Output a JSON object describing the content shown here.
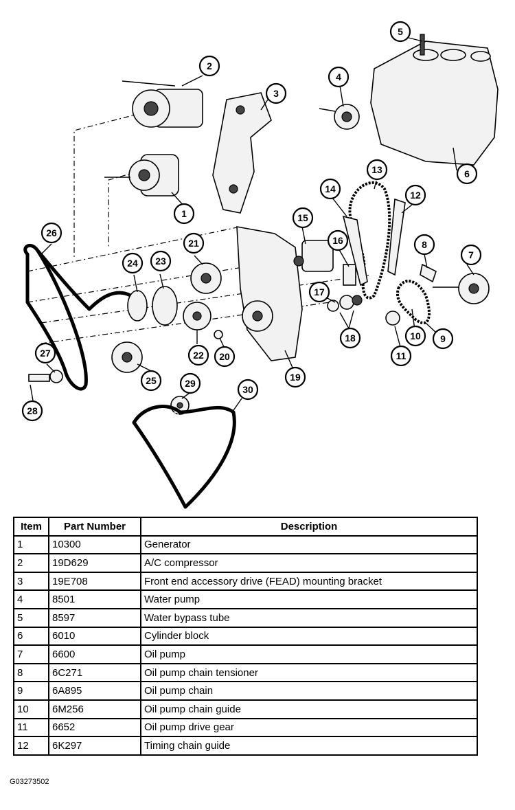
{
  "diagram": {
    "callouts": [
      "1",
      "2",
      "3",
      "4",
      "5",
      "6",
      "7",
      "8",
      "9",
      "10",
      "11",
      "12",
      "13",
      "14",
      "15",
      "16",
      "17",
      "18",
      "19",
      "20",
      "21",
      "22",
      "23",
      "24",
      "25",
      "26",
      "27",
      "28",
      "29",
      "30"
    ]
  },
  "table": {
    "headers": {
      "item": "Item",
      "part_number": "Part Number",
      "description": "Description"
    },
    "rows": [
      {
        "item": "1",
        "part_number": "10300",
        "description": "Generator"
      },
      {
        "item": "2",
        "part_number": "19D629",
        "description": "A/C compressor"
      },
      {
        "item": "3",
        "part_number": "19E708",
        "description": "Front end accessory drive (FEAD) mounting bracket"
      },
      {
        "item": "4",
        "part_number": "8501",
        "description": "Water pump"
      },
      {
        "item": "5",
        "part_number": "8597",
        "description": "Water bypass tube"
      },
      {
        "item": "6",
        "part_number": "6010",
        "description": "Cylinder block"
      },
      {
        "item": "7",
        "part_number": "6600",
        "description": "Oil pump"
      },
      {
        "item": "8",
        "part_number": "6C271",
        "description": "Oil pump chain tensioner"
      },
      {
        "item": "9",
        "part_number": "6A895",
        "description": "Oil pump chain"
      },
      {
        "item": "10",
        "part_number": "6M256",
        "description": "Oil pump chain guide"
      },
      {
        "item": "11",
        "part_number": "6652",
        "description": "Oil pump drive gear"
      },
      {
        "item": "12",
        "part_number": "6K297",
        "description": "Timing chain guide"
      }
    ]
  },
  "figure_code": "G03273502"
}
